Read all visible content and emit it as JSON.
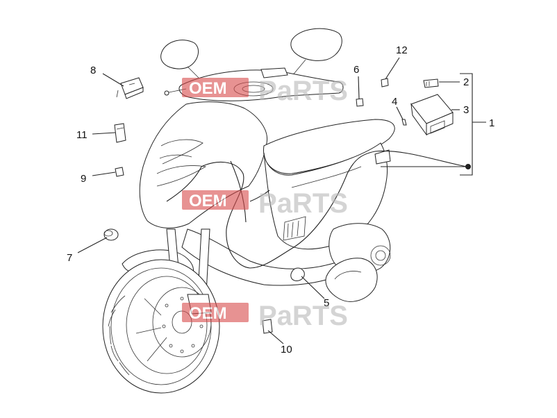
{
  "watermark": {
    "text_left": "OEM",
    "text_right": "PaRTS",
    "left_color": "#d84b4b",
    "right_color": "#b9b9b9",
    "opacity": 0.6
  },
  "callouts": [
    {
      "id": "1",
      "label": "1"
    },
    {
      "id": "2",
      "label": "2"
    },
    {
      "id": "3",
      "label": "3"
    },
    {
      "id": "4",
      "label": "4"
    },
    {
      "id": "5",
      "label": "5"
    },
    {
      "id": "6",
      "label": "6"
    },
    {
      "id": "7",
      "label": "7"
    },
    {
      "id": "8",
      "label": "8"
    },
    {
      "id": "9",
      "label": "9"
    },
    {
      "id": "10",
      "label": "10"
    },
    {
      "id": "11",
      "label": "11"
    },
    {
      "id": "12",
      "label": "12"
    }
  ],
  "colors": {
    "ink": "#222222",
    "background": "#ffffff"
  }
}
